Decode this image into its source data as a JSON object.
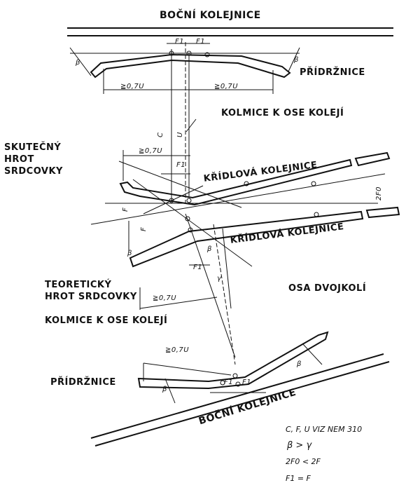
{
  "labels": {
    "side_rail_top": "BOČNÍ KOLEJNICE",
    "guard_rail_top": "PŘÍDRŽNICE",
    "perpendicular_top": "KOLMICE K OSE KOLEJÍ",
    "actual_point": "SKUTEČNÝ HROT SRDCOVKY",
    "wing_rail_upper": "KŘÍDLOVÁ KOLEJNICE",
    "wing_rail_lower": "KŘÍDLOVÁ KOLEJNICE",
    "theoretical_point": "TEORETICKÝ HROT SRDCOVKY",
    "wheelset_axis": "OSA DVOJKOLÍ",
    "perpendicular_bottom": "KOLMICE K OSE KOLEJÍ",
    "guard_rail_bottom": "PŘÍDRŽNICE",
    "side_rail_bottom": "BOČNÍ KOLEJNICE"
  },
  "dimensions": {
    "f1": "F1",
    "f": "F",
    "c": "C",
    "u": "U",
    "ge07u": "≧0,7U",
    "beta": "β",
    "gamma": "γ",
    "two_f0": "2F0"
  },
  "notes": {
    "line1": "C, F, U     VIZ NEM 310",
    "line2": "β  >  γ",
    "line3": "2F0  <  2F",
    "line4": "F1  =  F"
  }
}
